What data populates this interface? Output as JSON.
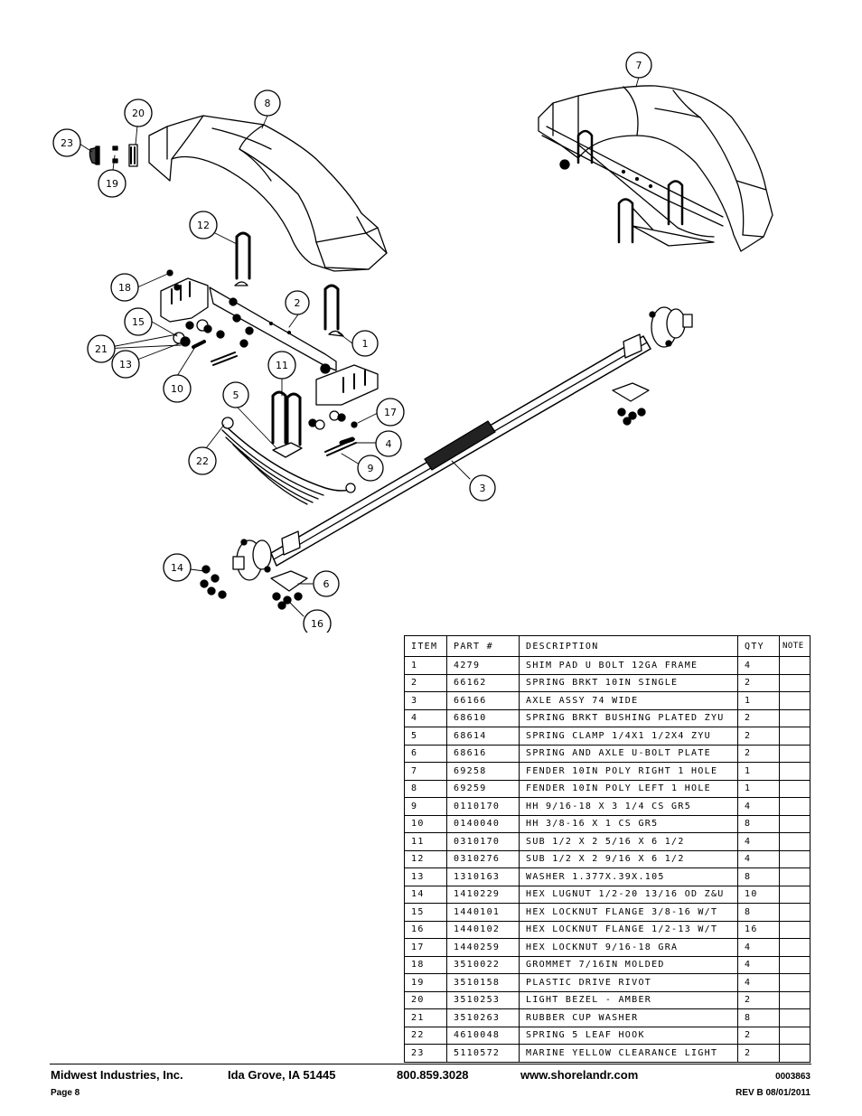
{
  "callouts": [
    "1",
    "2",
    "3",
    "4",
    "5",
    "6",
    "7",
    "8",
    "9",
    "10",
    "11",
    "12",
    "13",
    "14",
    "15",
    "16",
    "17",
    "18",
    "19",
    "20",
    "21",
    "22",
    "23"
  ],
  "table": {
    "headers": [
      "ITEM",
      "PART #",
      "DESCRIPTION",
      "QTY",
      "NOTE"
    ],
    "rows": [
      [
        "1",
        "4279",
        "SHIM PAD   U BOLT 12GA FRAME",
        "4",
        ""
      ],
      [
        "2",
        "66162",
        "SPRING BRKT  10IN SINGLE",
        "2",
        ""
      ],
      [
        "3",
        "66166",
        "AXLE ASSY 74 WIDE",
        "1",
        ""
      ],
      [
        "4",
        "68610",
        "SPRING BRKT BUSHING PLATED ZYU",
        "2",
        ""
      ],
      [
        "5",
        "68614",
        "SPRING CLAMP   1/4X1 1/2X4  ZYU",
        "2",
        ""
      ],
      [
        "6",
        "68616",
        "SPRING AND AXLE U-BOLT PLATE",
        "2",
        ""
      ],
      [
        "7",
        "69258",
        "FENDER  10IN POLY RIGHT 1 HOLE",
        "1",
        ""
      ],
      [
        "8",
        "69259",
        "FENDER  10IN POLY LEFT 1 HOLE",
        "1",
        ""
      ],
      [
        "9",
        "0110170",
        "HH 9/16-18 X 3 1/4 CS GR5",
        "4",
        ""
      ],
      [
        "10",
        "0140040",
        "HH 3/8-16 X 1 CS GR5",
        "8",
        ""
      ],
      [
        "11",
        "0310170",
        "SUB 1/2 X 2 5/16 X 6 1/2",
        "4",
        ""
      ],
      [
        "12",
        "0310276",
        "SUB 1/2 X 2 9/16 X 6 1/2",
        "4",
        ""
      ],
      [
        "13",
        "1310163",
        "WASHER 1.377X.39X.105",
        "8",
        ""
      ],
      [
        "14",
        "1410229",
        "HEX LUGNUT 1/2-20 13/16 OD Z&U",
        "10",
        ""
      ],
      [
        "15",
        "1440101",
        "HEX LOCKNUT FLANGE 3/8-16 W/T",
        "8",
        ""
      ],
      [
        "16",
        "1440102",
        "HEX LOCKNUT FLANGE 1/2-13 W/T",
        "16",
        ""
      ],
      [
        "17",
        "1440259",
        "HEX LOCKNUT 9/16-18 GRA",
        "4",
        ""
      ],
      [
        "18",
        "3510022",
        "GROMMET  7/16IN MOLDED",
        "4",
        ""
      ],
      [
        "19",
        "3510158",
        "PLASTIC DRIVE RIVOT",
        "4",
        ""
      ],
      [
        "20",
        "3510253",
        "LIGHT BEZEL - AMBER",
        "2",
        ""
      ],
      [
        "21",
        "3510263",
        "RUBBER CUP WASHER",
        "8",
        ""
      ],
      [
        "22",
        "4610048",
        "SPRING  5 LEAF HOOK",
        "2",
        ""
      ],
      [
        "23",
        "5110572",
        "MARINE YELLOW CLEARANCE LIGHT",
        "2",
        ""
      ]
    ]
  },
  "footer": {
    "company": "Midwest Industries, Inc.",
    "location": "Ida Grove, IA  51445",
    "phone": "800.859.3028",
    "website": "www.shorelandr.com",
    "doc_number": "0003863",
    "page": "Page 8",
    "revision": "REV B  08/01/2011"
  }
}
